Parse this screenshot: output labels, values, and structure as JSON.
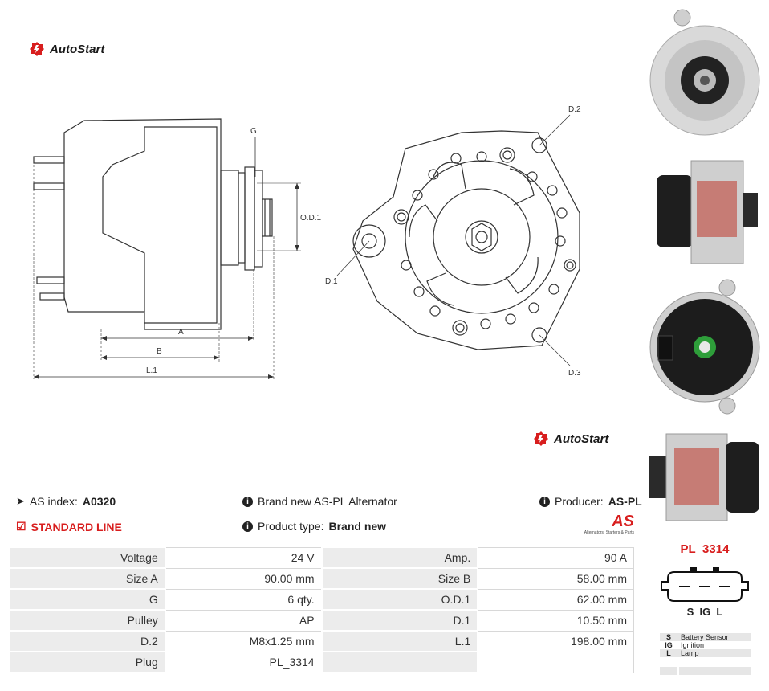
{
  "brand": {
    "logo_text": "AutoStart",
    "logo_color": "#d81e1e"
  },
  "drawing_labels": {
    "g": "G",
    "od1": "O.D.1",
    "a": "A",
    "b": "B",
    "l1": "L.1",
    "d1": "D.1",
    "d2": "D.2",
    "d3": "D.3"
  },
  "info": {
    "as_index_label": "AS index:",
    "as_index_value": "A0320",
    "standard_line": "STANDARD LINE",
    "brand_new_text": "Brand new AS-PL Alternator",
    "product_type_label": "Product type:",
    "product_type_value": "Brand new",
    "producer_label": "Producer:",
    "producer_value": "AS-PL",
    "aspl_logo_text": "AS",
    "aspl_tagline": "Alternators, Starters & Parts"
  },
  "specs": [
    {
      "k1": "Voltage",
      "v1": "24 V",
      "k2": "Amp.",
      "v2": "90 A"
    },
    {
      "k1": "Size A",
      "v1": "90.00 mm",
      "k2": "Size B",
      "v2": "58.00 mm"
    },
    {
      "k1": "G",
      "v1": "6 qty.",
      "k2": "O.D.1",
      "v2": "62.00 mm"
    },
    {
      "k1": "Pulley",
      "v1": "AP",
      "k2": "D.1",
      "v2": "10.50 mm"
    },
    {
      "k1": "D.2",
      "v1": "M8x1.25 mm",
      "k2": "L.1",
      "v2": "198.00 mm"
    },
    {
      "k1": "Plug",
      "v1": "PL_3314",
      "k2": "",
      "v2": ""
    }
  ],
  "plug": {
    "title": "PL_3314",
    "pins": "S  IG  L",
    "legend": [
      {
        "code": "S",
        "desc": "Battery Sensor"
      },
      {
        "code": "IG",
        "desc": "Ignition"
      },
      {
        "code": "L",
        "desc": "Lamp"
      }
    ]
  },
  "colors": {
    "accent": "#d81e1e",
    "line": "#333333",
    "table_key_bg": "#ececec"
  }
}
